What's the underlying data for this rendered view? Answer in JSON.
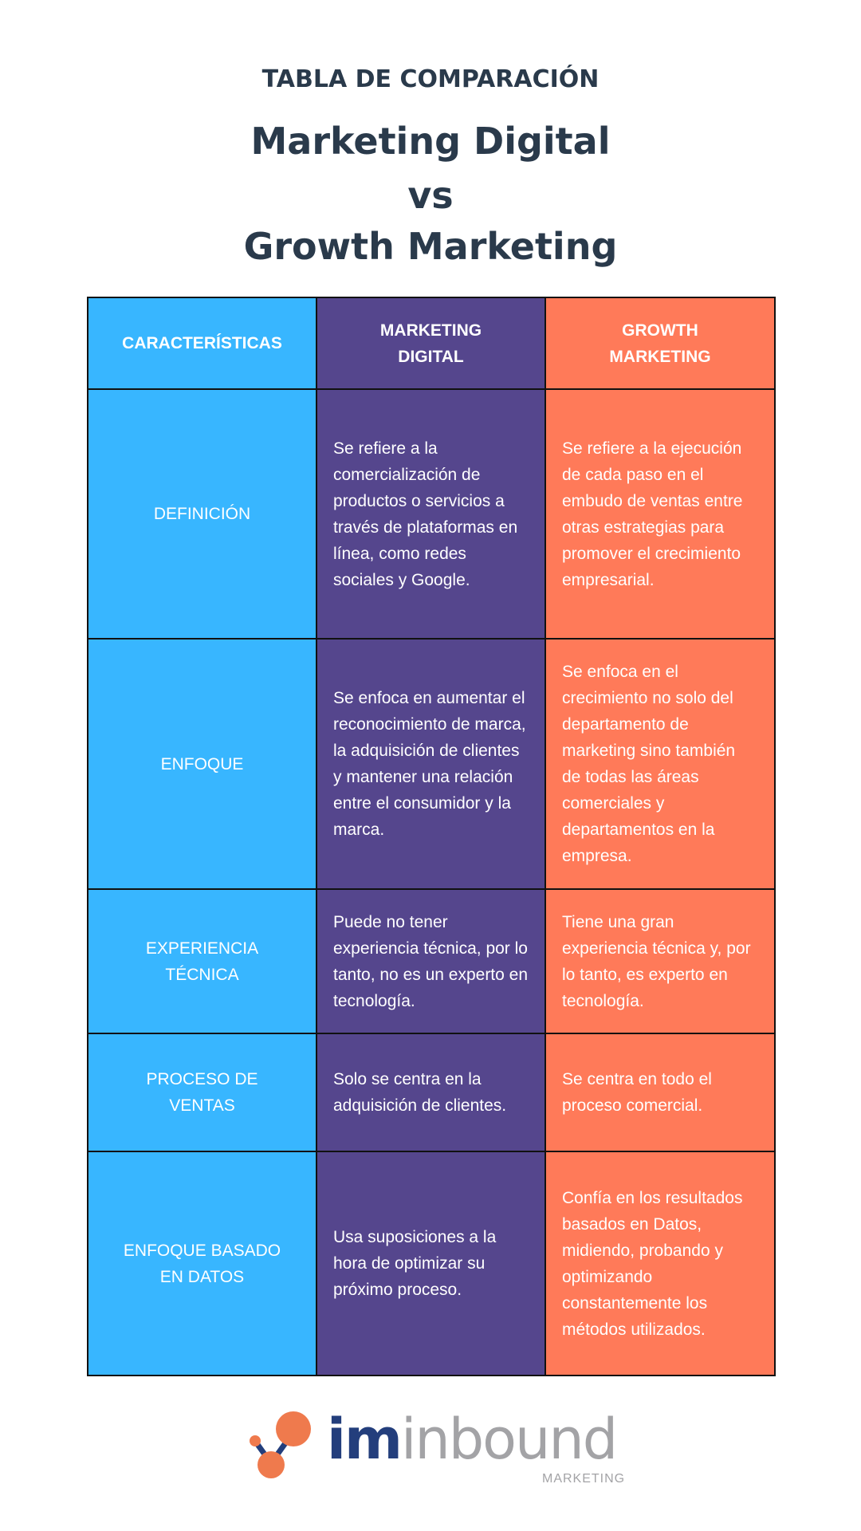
{
  "header": {
    "kicker": "TABLA DE COMPARACIÓN",
    "title_line1": "Marketing Digital",
    "title_line2": "vs",
    "title_line3": "Growth Marketing"
  },
  "table": {
    "columns": [
      "CARACTERÍSTICAS",
      "MARKETING DIGITAL",
      "GROWTH MARKETING"
    ],
    "rows": [
      {
        "feature": "DEFINICIÓN",
        "digital": "Se refiere a la comercialización de productos o servicios a través de plataformas en línea, como redes sociales y Google.",
        "growth": "Se refiere a la ejecución de cada paso en el embudo de ventas entre otras estrategias para promover el crecimiento empresarial."
      },
      {
        "feature": "ENFOQUE",
        "digital": "Se enfoca en aumentar el reconocimiento de marca, la adquisición de clientes y mantener una relación entre el consumidor y la marca.",
        "growth": "Se enfoca en el crecimiento no solo del departamento de marketing sino también de todas las áreas comerciales y departamentos en la empresa."
      },
      {
        "feature": "EXPERIENCIA TÉCNICA",
        "digital": "Puede no tener experiencia técnica, por lo tanto, no es un experto en tecnología.",
        "growth": "Tiene una gran experiencia técnica y, por lo tanto, es experto en tecnología."
      },
      {
        "feature": "PROCESO DE VENTAS",
        "digital": "Solo se centra en la adquisición de clientes.",
        "growth": "Se centra en todo el proceso comercial."
      },
      {
        "feature": "ENFOQUE BASADO EN DATOS",
        "digital": "Usa suposiciones a la hora de optimizar su próximo proceso.",
        "growth": "Confía en los resultados basados en Datos, midiendo, probando y optimizando constantemente los métodos utilizados."
      }
    ]
  },
  "logo": {
    "brand_a": "im",
    "brand_b": "inbound",
    "sub": "MARKETING"
  },
  "colors": {
    "blue": "#38b6ff",
    "purple": "#55468d",
    "orange": "#ff7a59",
    "title": "#2a3a4b"
  }
}
